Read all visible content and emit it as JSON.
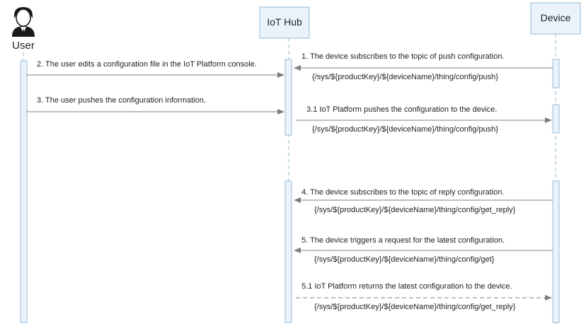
{
  "participants": {
    "user": {
      "label": "User"
    },
    "iothub": {
      "label": "IoT Hub"
    },
    "device": {
      "label": "Device"
    }
  },
  "messages": [
    {
      "id": "m1",
      "label": "1. The device subscribes to the topic of push configuration.",
      "topic": "{/sys/${productKey}/${deviceName}/thing/config/push}"
    },
    {
      "id": "m2",
      "label": "2. The user edits a configuration file in the IoT  Platform console."
    },
    {
      "id": "m3",
      "label": "3. The user pushes the configuration information."
    },
    {
      "id": "m31",
      "label": "3.1 IoT Platform pushes the configuration to the device.",
      "topic": "{/sys/${productKey}/${deviceName}/thing/config/push}"
    },
    {
      "id": "m4",
      "label": "4. The device subscribes to the topic of reply configuration.",
      "topic": "{/sys/${productKey}/${deviceName}/thing/config/get_reply}"
    },
    {
      "id": "m5",
      "label": "5. The device triggers a request for the latest configuration.",
      "topic": "{/sys/${productKey}/${deviceName}/thing/config/get}"
    },
    {
      "id": "m51",
      "label": "5.1 IoT Platform returns the latest configuration to the device.",
      "topic": "{/sys/${productKey}/${deviceName}/thing/config/get_reply}"
    }
  ],
  "colors": {
    "box_fill": "#eaf3fb",
    "box_stroke": "#9bb8d3",
    "lifeline": "#8fb8cf",
    "arrow": "#7f7f7f",
    "actor_icon": "#1a1a1a"
  }
}
